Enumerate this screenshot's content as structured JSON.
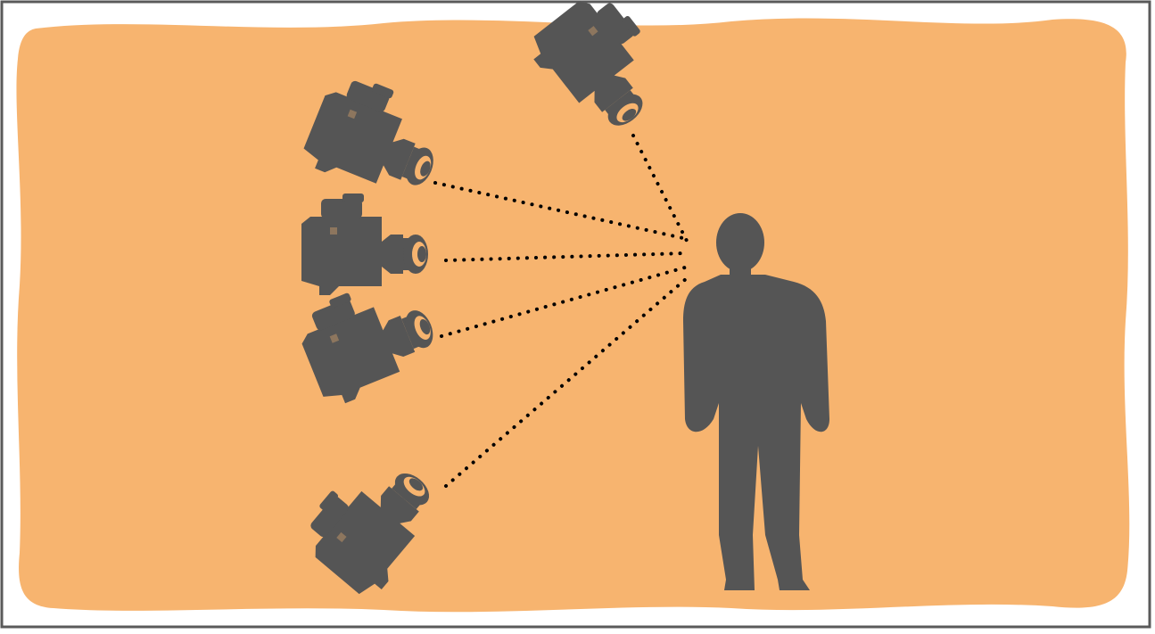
{
  "diagram": {
    "background_color": "#f7b46f",
    "silhouette_color": "#555555",
    "border_color": "#5a5a5a",
    "cameras": [
      {
        "name": "camera-top"
      },
      {
        "name": "camera-upper-left"
      },
      {
        "name": "camera-middle-left"
      },
      {
        "name": "camera-lower-middle-left"
      },
      {
        "name": "camera-bottom-left"
      }
    ],
    "subject": {
      "icon": "person-silhouette-icon"
    }
  }
}
